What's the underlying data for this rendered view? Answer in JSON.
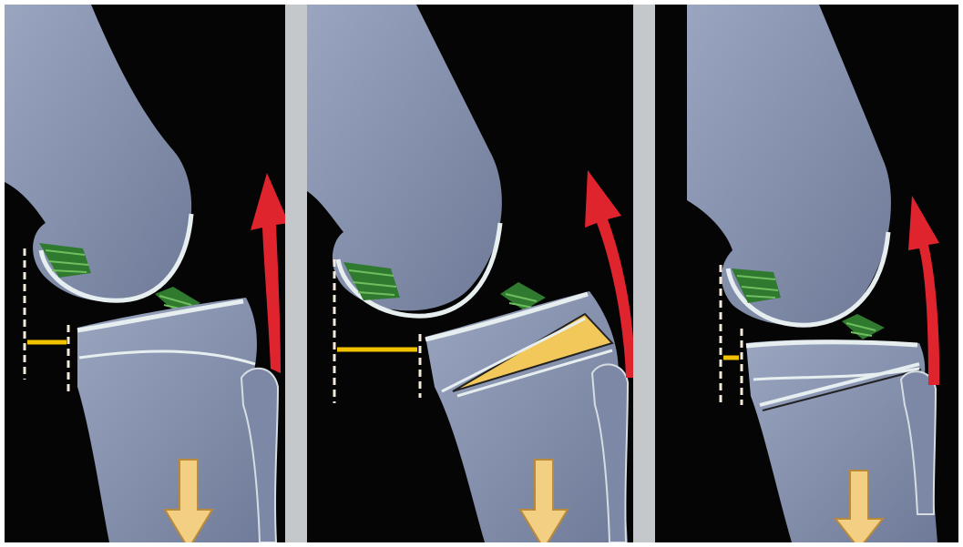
{
  "figure": {
    "panels": [
      {
        "id": "panel-1",
        "osteotomy": "none",
        "gap": "wide"
      },
      {
        "id": "panel-2",
        "osteotomy": "open-wedge",
        "gap": "medium"
      },
      {
        "id": "panel-3",
        "osteotomy": "closed-wedge",
        "gap": "narrow"
      }
    ],
    "colors": {
      "background": "#050505",
      "bone": "#8f9bb5",
      "bone_shadow": "#5d6785",
      "cartilage": "#e7eef0",
      "ligament": "#2f7a2f",
      "arrow_red": "#e0242e",
      "arrow_yellow": "#f2cf82",
      "gap_line": "#f2c200",
      "wedge": "#f3c85a",
      "divider": "#b9bcc0"
    }
  }
}
